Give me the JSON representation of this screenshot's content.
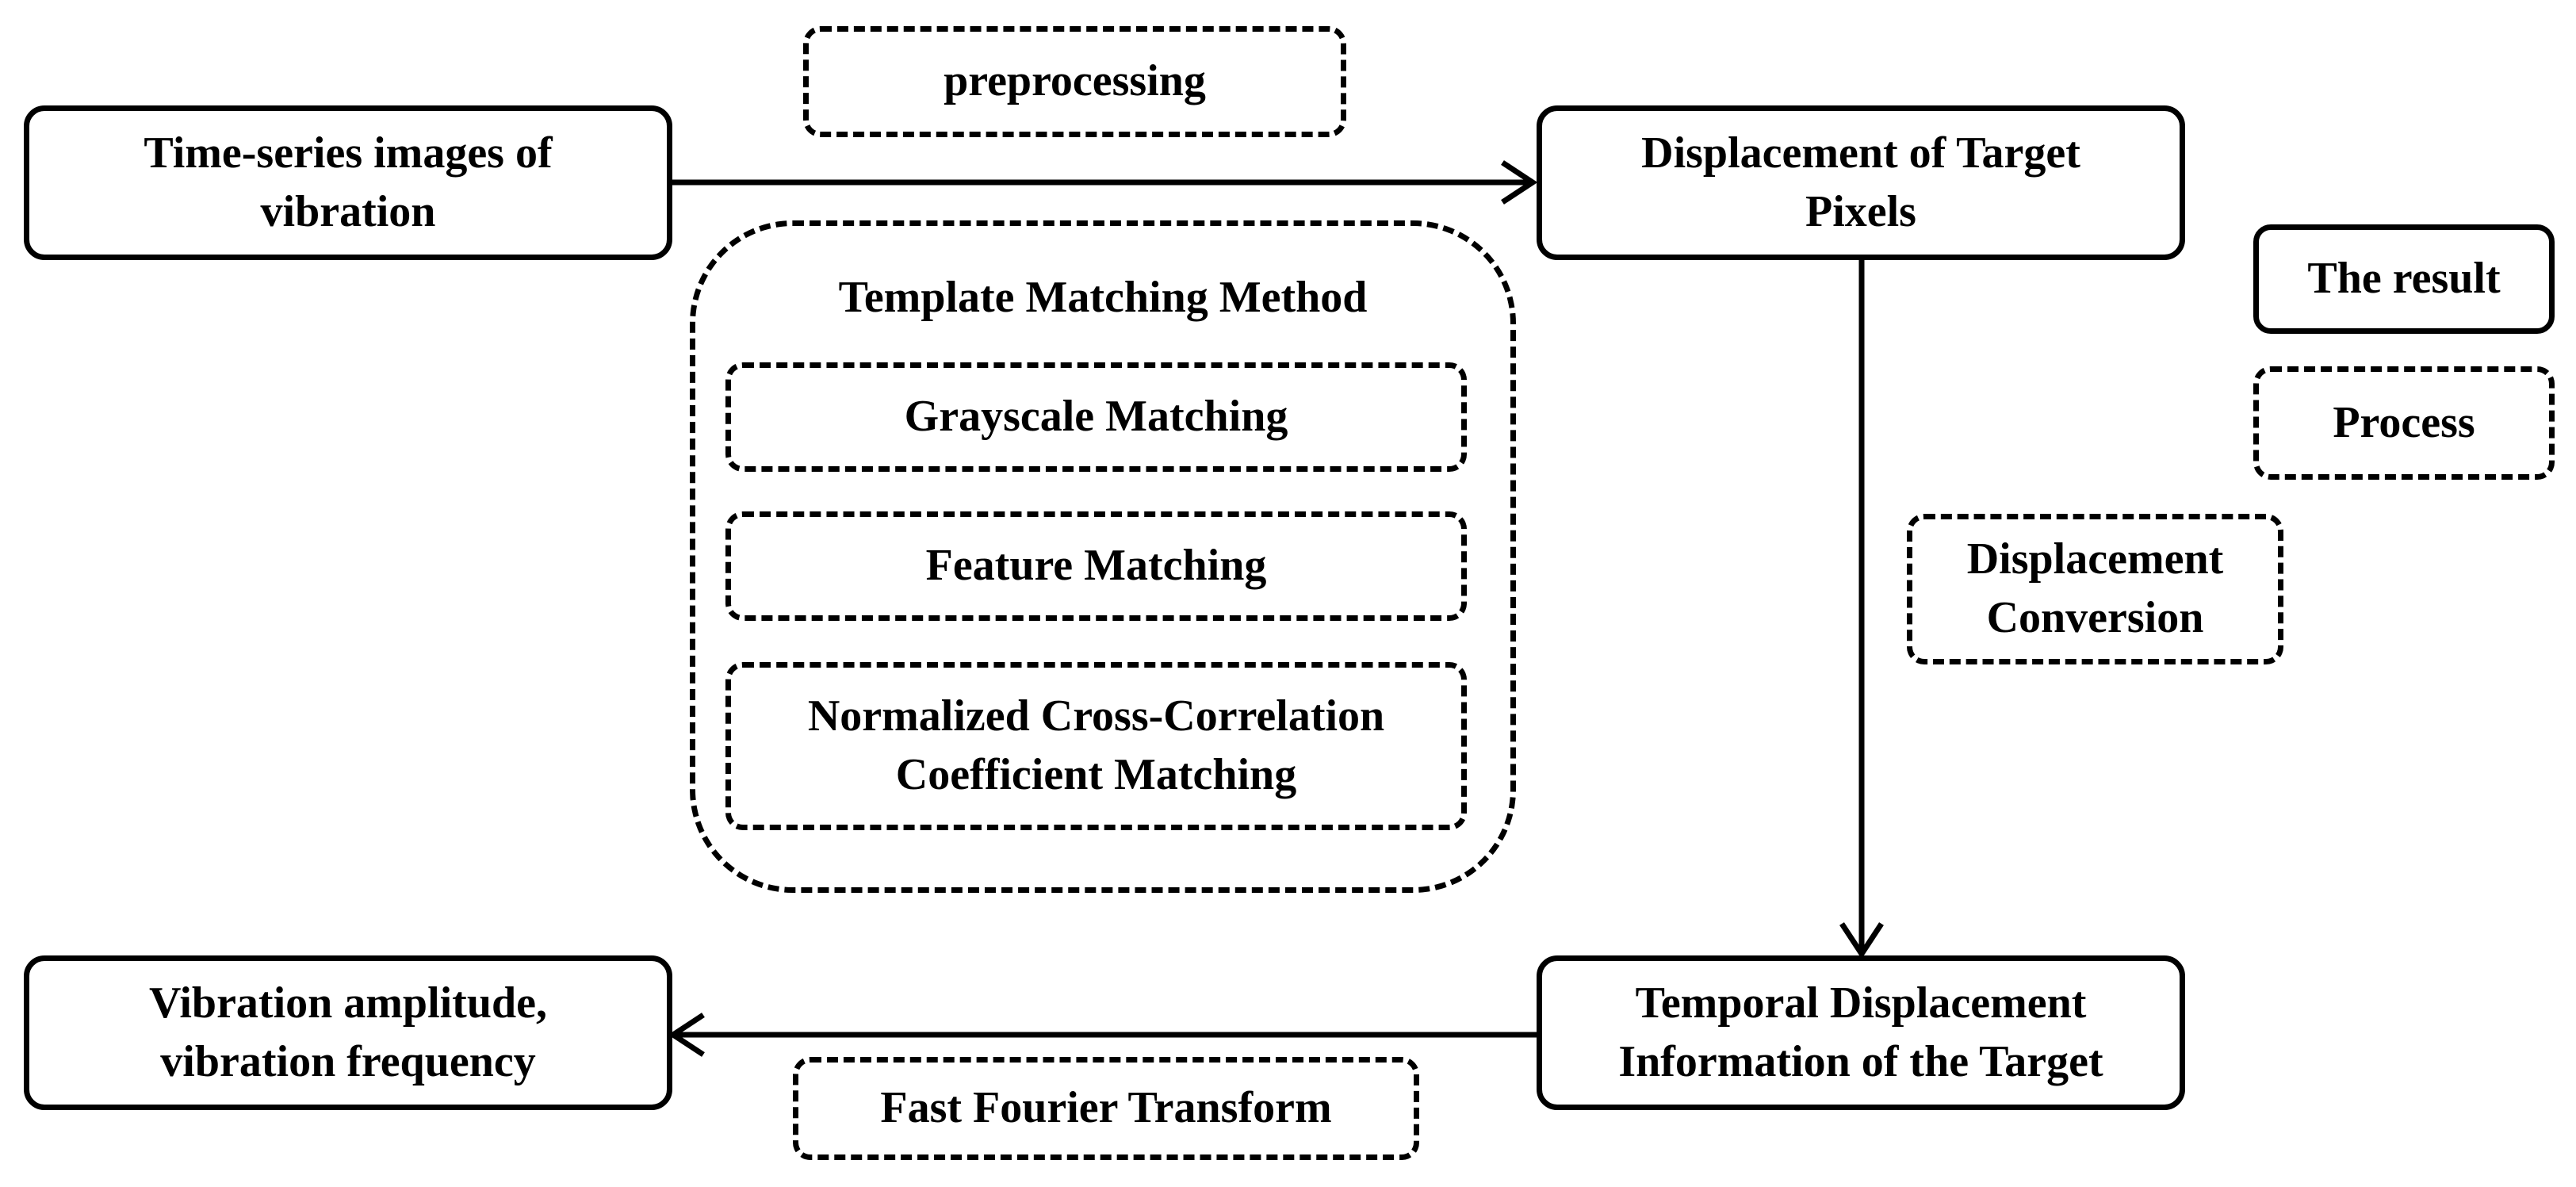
{
  "nodes": {
    "input_images": "Time-series images of vibration",
    "target_pixel_displacement": "Displacement of Target Pixels",
    "temporal_displacement": "Temporal Displacement Information of the Target",
    "output_result": "Vibration amplitude, vibration frequency"
  },
  "process_labels": {
    "preprocessing": "preprocessing",
    "displacement_conversion": "Displacement Conversion",
    "fft": "Fast Fourier Transform"
  },
  "template_matching": {
    "title": "Template Matching Method",
    "methods": [
      "Grayscale Matching",
      "Feature Matching",
      "Normalized Cross-Correlation Coefficient Matching"
    ]
  },
  "legend": {
    "result_label": "The result",
    "process_label": "Process"
  },
  "colors": {
    "stroke": "#000000",
    "background": "#ffffff"
  }
}
